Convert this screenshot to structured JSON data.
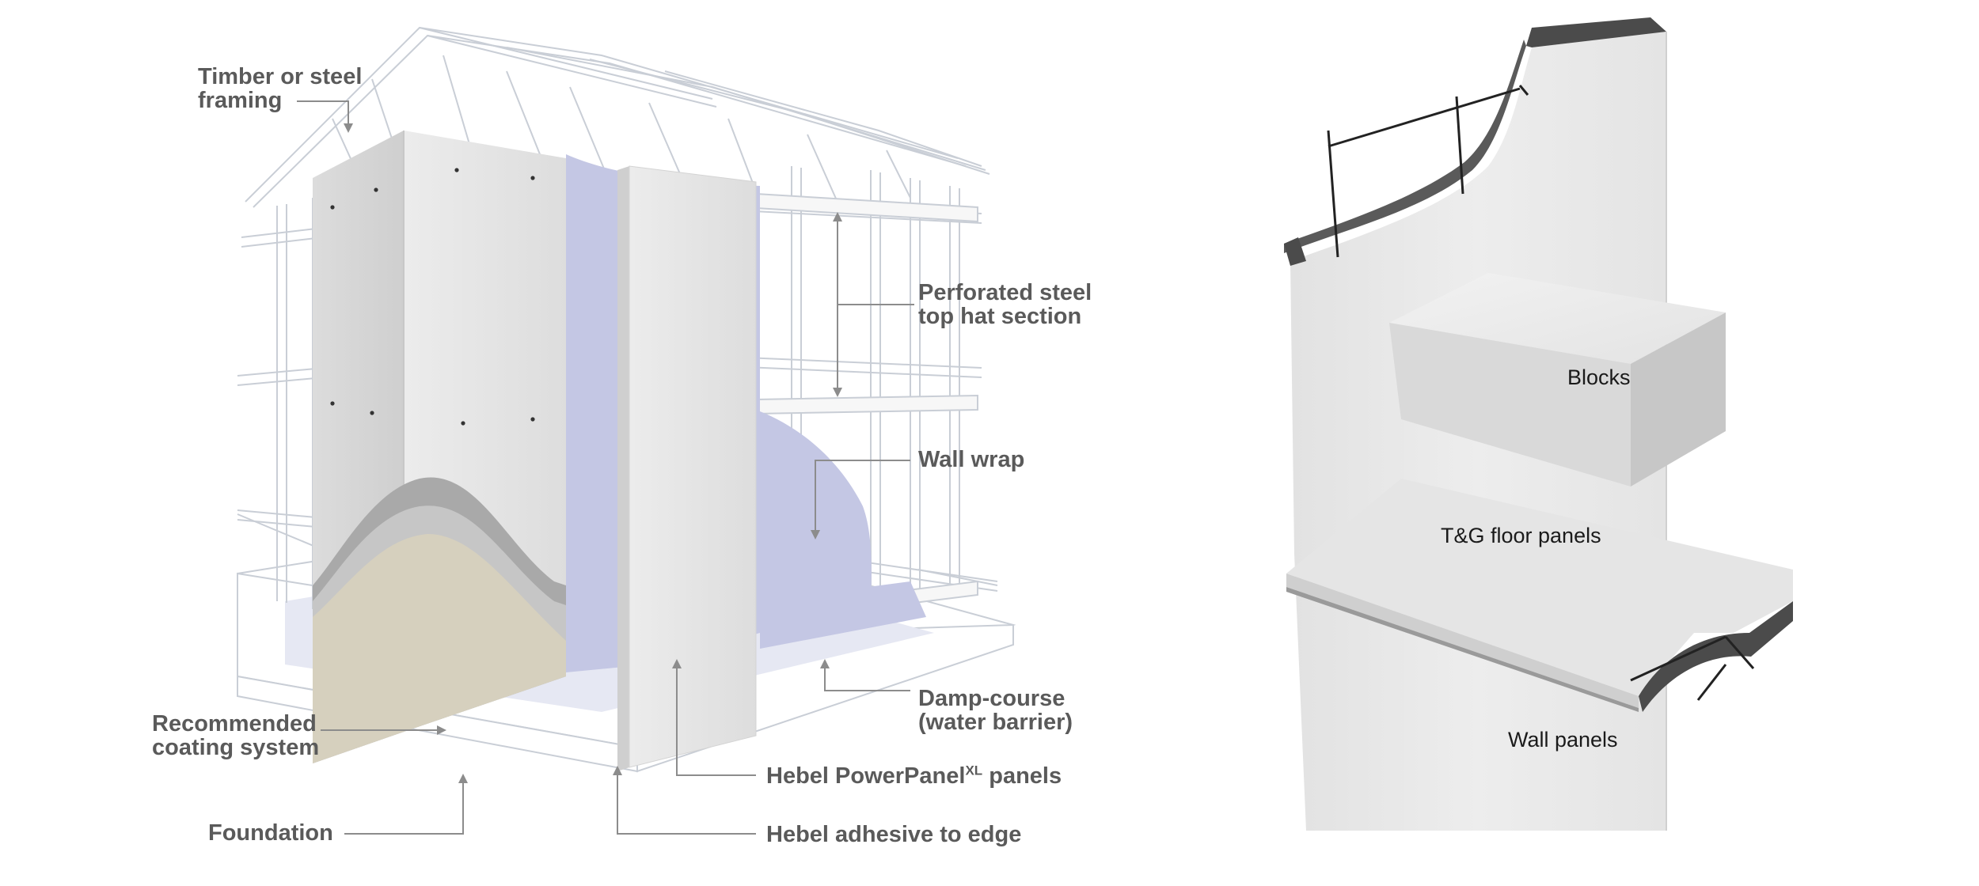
{
  "left_diagram": {
    "labels": {
      "framing_line1": "Timber or steel",
      "framing_line2": "framing",
      "top_hat_line1": "Perforated steel",
      "top_hat_line2": "top hat section",
      "wall_wrap": "Wall wrap",
      "damp_course_line1": "Damp-course",
      "damp_course_line2": "(water barrier)",
      "coating_line1": "Recommended",
      "coating_line2": "coating system",
      "powerpanel_main": "Hebel PowerPanel",
      "powerpanel_sup": "XL",
      "powerpanel_tail": " panels",
      "foundation": "Foundation",
      "adhesive": "Hebel adhesive to edge"
    }
  },
  "right_diagram": {
    "labels": {
      "blocks": "Blocks",
      "floor_panels": "T&G floor panels",
      "wall_panels": "Wall panels"
    }
  },
  "colors": {
    "label_text": "#5a5a5a",
    "leader_line": "#8c8c8c",
    "frame_line": "#c9ced6",
    "wall_wrap": "#c4c7e4",
    "panel": "#e9e9e9",
    "coating": "#d6d0be",
    "edge_dark": "#4b4b4b"
  }
}
